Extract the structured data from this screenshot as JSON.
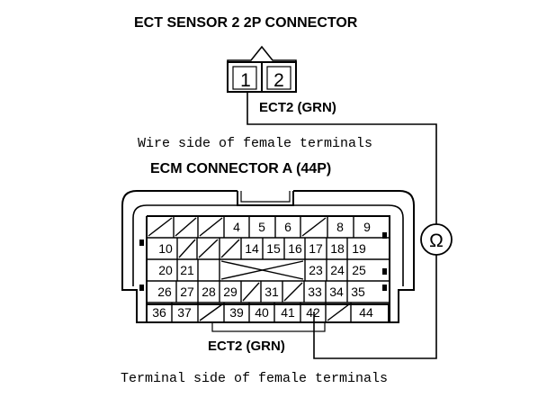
{
  "sensor_title": "ECT SENSOR 2 2P CONNECTOR",
  "sensor_pins": [
    "1",
    "2"
  ],
  "sensor_wire_label": "ECT2 (GRN)",
  "wire_side_caption": "Wire side of female terminals",
  "ecm_title": "ECM CONNECTOR A (44P)",
  "ecm_pins": {
    "row1": [
      "4",
      "5",
      "6",
      "8",
      "9"
    ],
    "row2": [
      "10",
      "14",
      "15",
      "16",
      "17",
      "18",
      "19"
    ],
    "row3": [
      "20",
      "21",
      "23",
      "24",
      "25"
    ],
    "row4": [
      "26",
      "27",
      "28",
      "29",
      "31",
      "33",
      "34",
      "35"
    ],
    "row5": [
      "36",
      "37",
      "39",
      "40",
      "41",
      "42",
      "44"
    ]
  },
  "ecm_wire_label": "ECT2 (GRN)",
  "terminal_side_caption": "Terminal side of female terminals",
  "meter_symbol": "Ω"
}
